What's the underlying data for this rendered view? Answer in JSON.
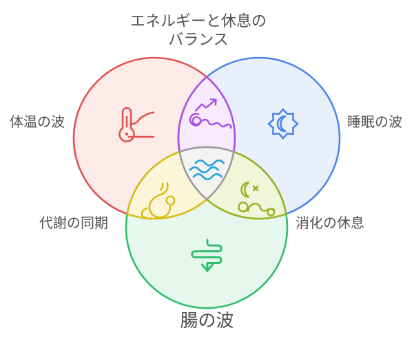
{
  "diagram": {
    "title_line1": "エネルギーと休息の",
    "title_line2": "バランス",
    "text_color": "#515151",
    "sets": {
      "temperature": {
        "label": "体温の波",
        "color": "#e0534f",
        "fill": "#fcebe9",
        "icon": "thermometer-trend-icon"
      },
      "sleep": {
        "label": "睡眠の波",
        "color": "#4e86e8",
        "fill": "#e9effb",
        "icon": "sun-moon-icon"
      },
      "gut": {
        "label": "腸の波",
        "color": "#2fbe6a",
        "fill": "#e6f8ee",
        "icon": "intestine-arrow-icon"
      }
    },
    "overlaps": {
      "temperature_sleep": {
        "label": "",
        "color": "#ab4ee4",
        "fill": "#f6eafc",
        "icon": "restless-scribble-icon"
      },
      "temperature_gut": {
        "label": "代謝の同期",
        "color": "#d9bc12",
        "fill": "#faf6d8",
        "icon": "stomach-icon"
      },
      "sleep_gut": {
        "label": "消化の休息",
        "color": "#99b021",
        "fill": "#eff6da",
        "icon": "sleeping-person-moon-icon"
      },
      "center": {
        "label": "",
        "color": "#9c9c9c",
        "fill": "#f3f3f2",
        "icon": "waves-icon",
        "icon_color": "#2aa5de"
      }
    }
  }
}
